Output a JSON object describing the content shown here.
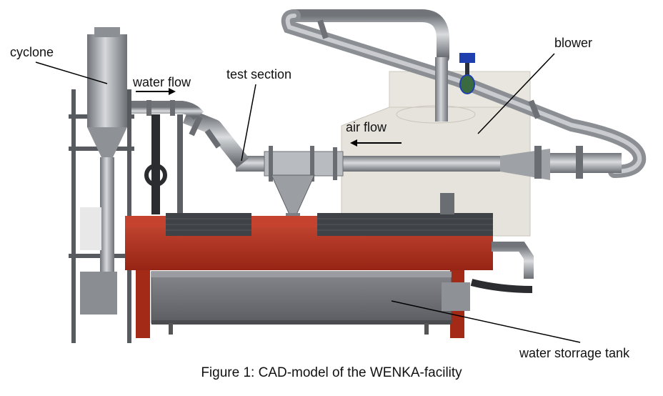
{
  "labels": {
    "cyclone": "cyclone",
    "water_flow": "water flow",
    "test_section": "test section",
    "air_flow": "air flow",
    "blower": "blower",
    "water_tank": "water storrage tank"
  },
  "caption": "Figure 1: CAD-model of the WENKA-facility",
  "colors": {
    "frame_red": "#b5311f",
    "tank_gray": "#6f7176",
    "steel": "#9c9fa4",
    "blower_box": "#e3e0d8",
    "valve_blue": "#1f3fae"
  }
}
